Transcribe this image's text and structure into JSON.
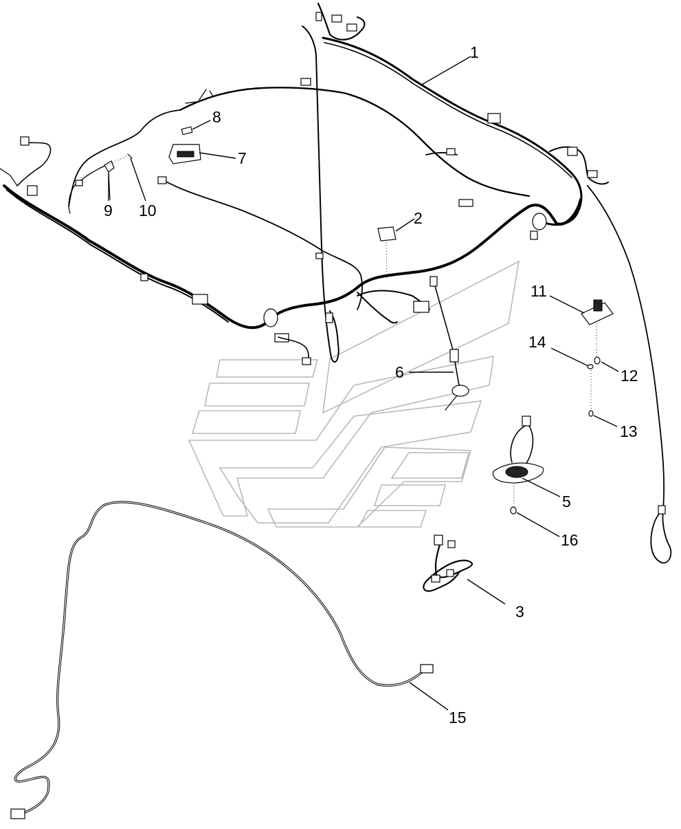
{
  "callouts": [
    {
      "id": "1",
      "label": "1"
    },
    {
      "id": "2",
      "label": "2"
    },
    {
      "id": "3",
      "label": "3"
    },
    {
      "id": "5",
      "label": "5"
    },
    {
      "id": "6",
      "label": "6"
    },
    {
      "id": "7",
      "label": "7"
    },
    {
      "id": "8",
      "label": "8"
    },
    {
      "id": "9",
      "label": "9"
    },
    {
      "id": "10",
      "label": "10"
    },
    {
      "id": "11",
      "label": "11"
    },
    {
      "id": "12",
      "label": "12"
    },
    {
      "id": "13",
      "label": "13"
    },
    {
      "id": "14",
      "label": "14"
    },
    {
      "id": "15",
      "label": "15"
    },
    {
      "id": "16",
      "label": "16"
    }
  ]
}
